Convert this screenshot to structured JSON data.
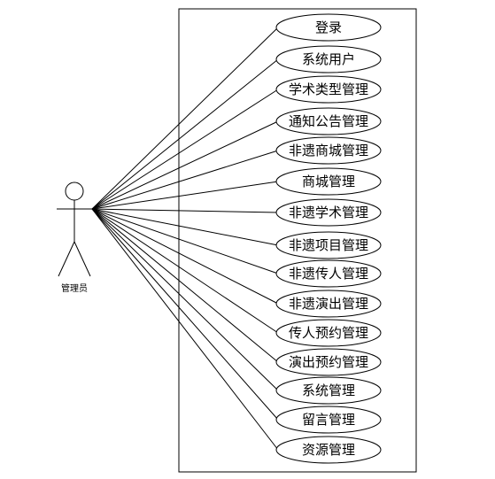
{
  "actor": {
    "label": "管理员"
  },
  "use_cases": [
    "登录",
    "系统用户",
    "学术类型管理",
    "通知公告管理",
    "非遗商城管理",
    "商城管理",
    "非遗学术管理",
    "非遗项目管理",
    "非遗传人管理",
    "非遗演出管理",
    "传人预约管理",
    "演出预约管理",
    "系统管理",
    "留言管理",
    "资源管理"
  ],
  "colors": {
    "stroke": "#000000",
    "background": "#ffffff"
  }
}
